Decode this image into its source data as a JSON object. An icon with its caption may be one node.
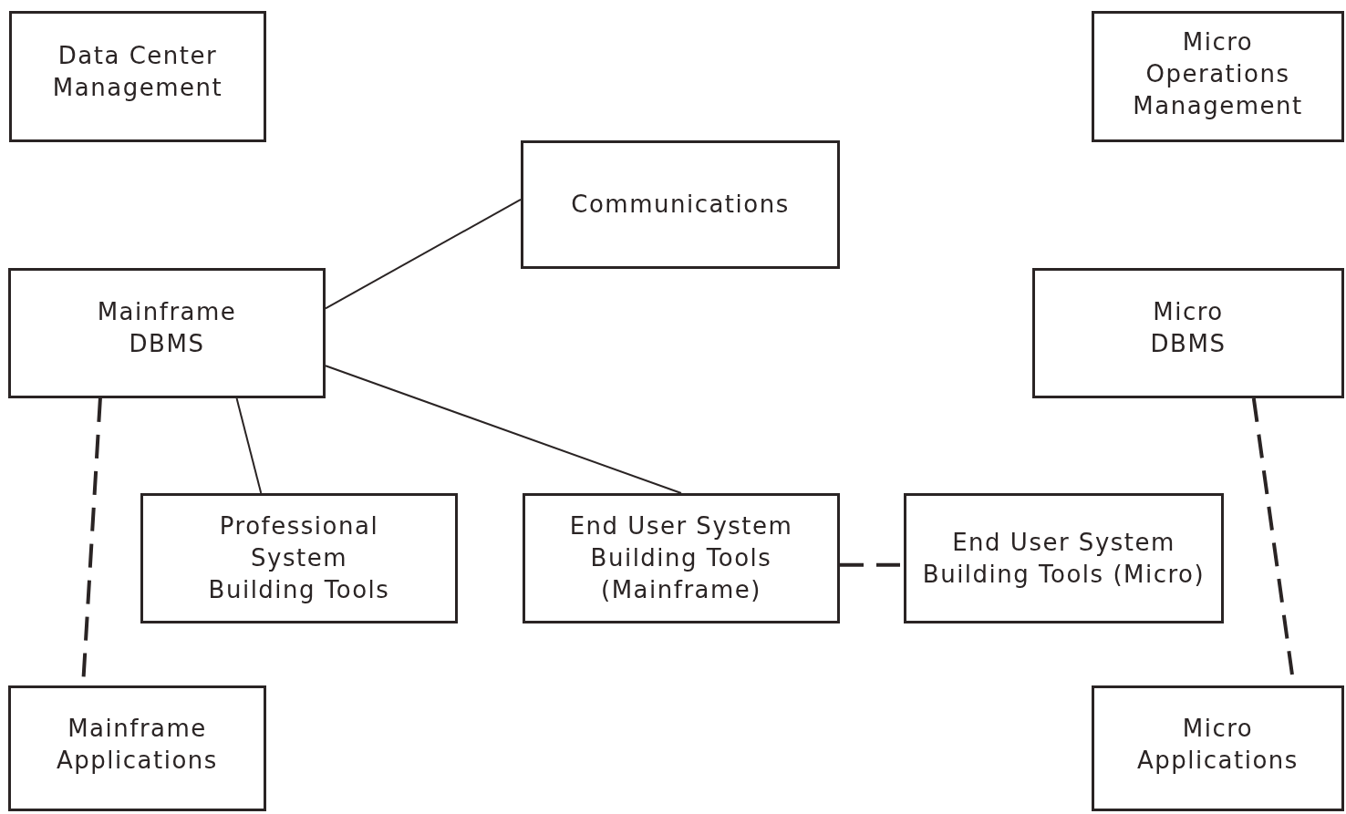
{
  "diagram": {
    "nodes": [
      {
        "text": [
          "Data Center Management"
        ]
      },
      {
        "text": [
          "Micro Operations Management"
        ]
      },
      {
        "text": [
          "Communications"
        ]
      },
      {
        "text": [
          "Mainframe DBMS"
        ]
      },
      {
        "text": [
          "Micro DBMS"
        ]
      },
      {
        "text": [
          "Professional System Building Tools"
        ]
      },
      {
        "text": [
          "End User System Building Tools (Mainframe)"
        ]
      },
      {
        "text": [
          "End User System Building Tools (Micro)"
        ]
      },
      {
        "text": [
          "Mainframe Applications"
        ]
      },
      {
        "text": [
          "Micro Applications"
        ]
      }
    ],
    "edges": [
      {
        "from": 3,
        "to": 2,
        "arrow": "none"
      },
      {
        "from": 3,
        "to": 6,
        "arrow": "none"
      },
      {
        "from": 3,
        "to": 5,
        "arrow": "none"
      },
      {
        "from": 3,
        "to": 8,
        "arrow": "none",
        "style": "dashed"
      },
      {
        "from": 6,
        "to": 7,
        "arrow": "none",
        "style": "dashed"
      },
      {
        "from": 4,
        "to": 9,
        "arrow": "none",
        "style": "dashed"
      }
    ]
  }
}
